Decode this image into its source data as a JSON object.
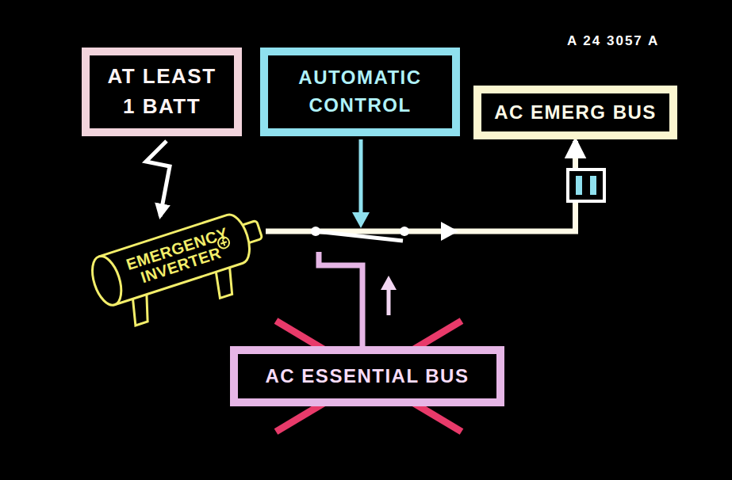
{
  "diagram": {
    "nodes": [
      {
        "text": [
          "AT LEAST 1 BATT"
        ]
      },
      {
        "text": [
          "AUTOMATIC CONTROL"
        ]
      },
      {
        "text": [
          "AC EMERG BUS"
        ]
      },
      {
        "text": [
          "EMERGENCY INVERTER"
        ]
      },
      {
        "text": [
          "AC ESSENTIAL BUS"
        ]
      }
    ],
    "edges": [
      {
        "from": 0,
        "to": 3,
        "arrow": "to"
      },
      {
        "from": 3,
        "to": 2,
        "arrow": "to"
      }
    ],
    "labels": [
      "A 24 3057 A"
    ]
  }
}
